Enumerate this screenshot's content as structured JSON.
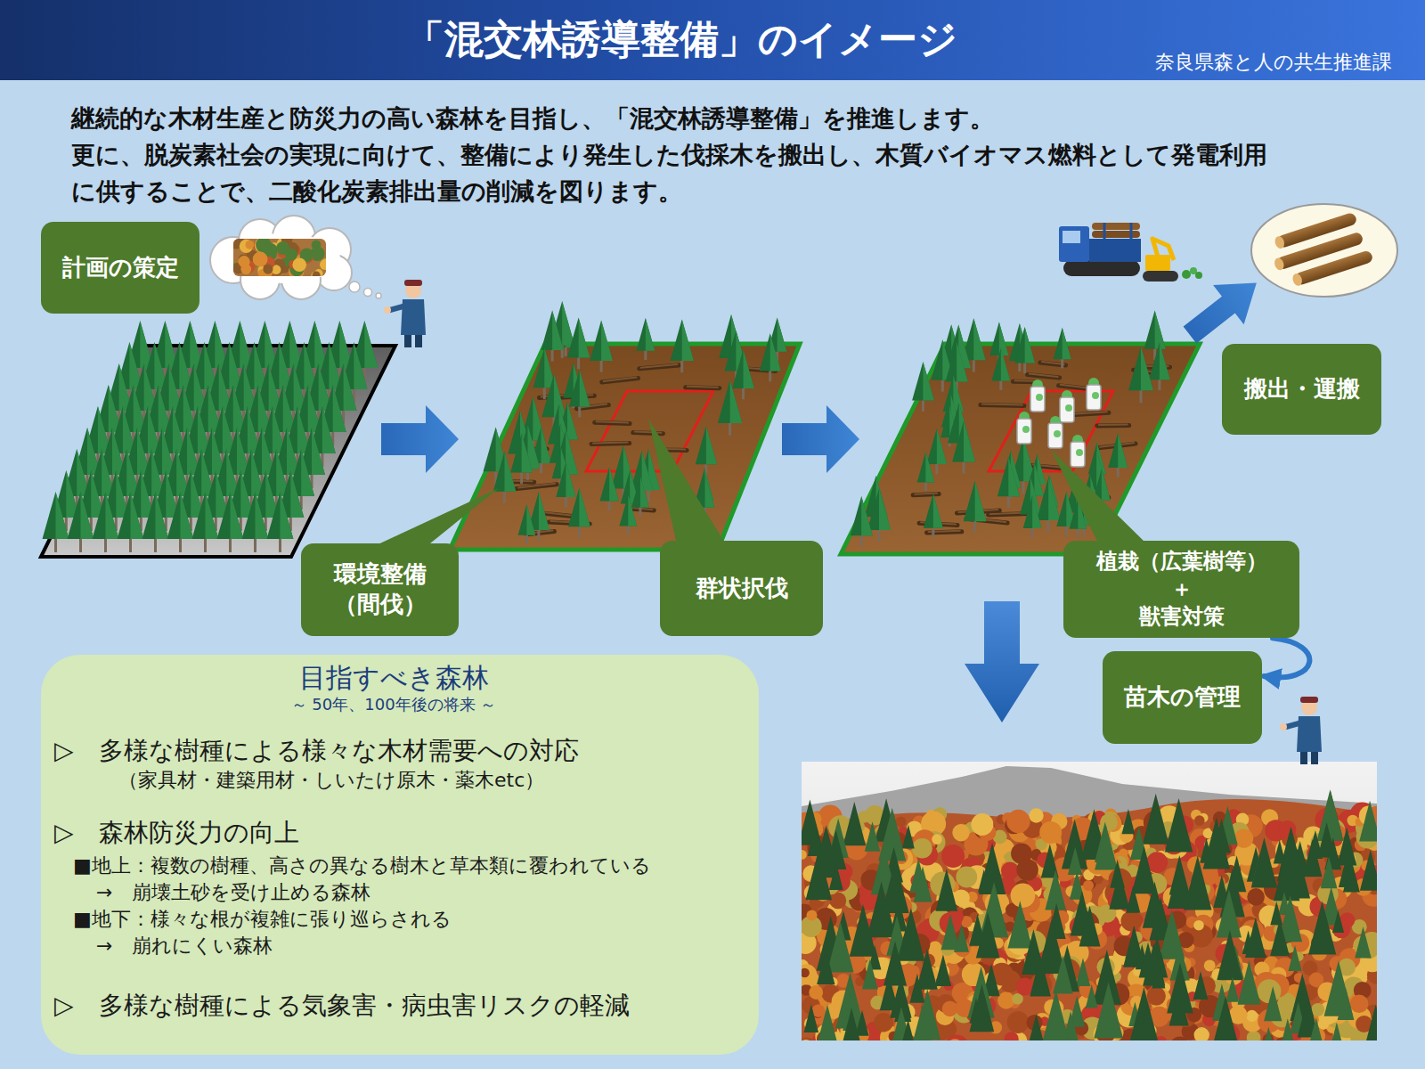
{
  "diagram": {
    "title": "「混交林誘導整備」のイメージ",
    "nodes": [
      {
        "text": [
          "計画の策定"
        ]
      },
      {
        "text": [
          "環境整備 （間伐）"
        ]
      },
      {
        "text": [
          "群状択伐"
        ]
      },
      {
        "text": [
          "植栽（広葉樹等） ＋ 獣害対策"
        ]
      },
      {
        "text": [
          "搬出・運搬"
        ]
      },
      {
        "text": [
          "苗木の管理"
        ]
      },
      {
        "text": [
          "目指すべき森林",
          "～ 50年、100年後の将来 ～",
          "▷　多様な樹種による様々な木材需要への対応",
          "（家具材・建築用材・しいたけ原木・薬木etc）",
          "▷　森林防災力の向上",
          "■地上：複数の樹種、高さの異なる樹木と草本類に覆われている",
          "→　崩壊土砂を受け止める森林",
          "■地下：様々な根が複雑に張り巡らされる",
          "→　崩れにくい森林",
          "▷　多様な樹種による気象害・病虫害リスクの軽減"
        ]
      }
    ],
    "edges": [
      {
        "from": 3,
        "to": 5,
        "arrow": "to"
      }
    ],
    "labels": [
      "奈良県森と人の共生推進課",
      "継続的な木材生産と防災力の高い森林を目指し、「混交林誘導整備」を推進します。",
      "更に、脱炭素社会の実現に向けて、整備により発生した伐採木を搬出し、木質バイオマス燃料として発電利用に供することで、二酸化炭素排出量の削減を図ります。"
    ]
  }
}
